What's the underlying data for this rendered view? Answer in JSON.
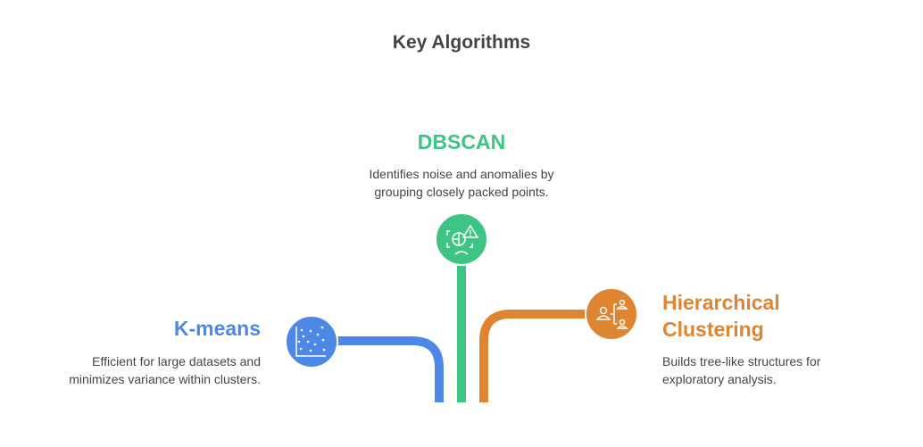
{
  "title": "Key Algorithms",
  "items": [
    {
      "name": "K-means",
      "description_lines": [
        "Efficient for large datasets and",
        "minimizes variance within clusters."
      ],
      "color": "#4D88E6",
      "icon": "scatter-plot-icon"
    },
    {
      "name": "DBSCAN",
      "description_lines": [
        "Identifies noise and anomalies by",
        "grouping closely packed points."
      ],
      "color": "#3EC584",
      "icon": "anomaly-detection-icon"
    },
    {
      "name_lines": [
        "Hierarchical",
        "Clustering"
      ],
      "description_lines": [
        "Builds tree-like structures for",
        "exploratory analysis."
      ],
      "color": "#DF8431",
      "icon": "hierarchy-people-icon"
    }
  ]
}
